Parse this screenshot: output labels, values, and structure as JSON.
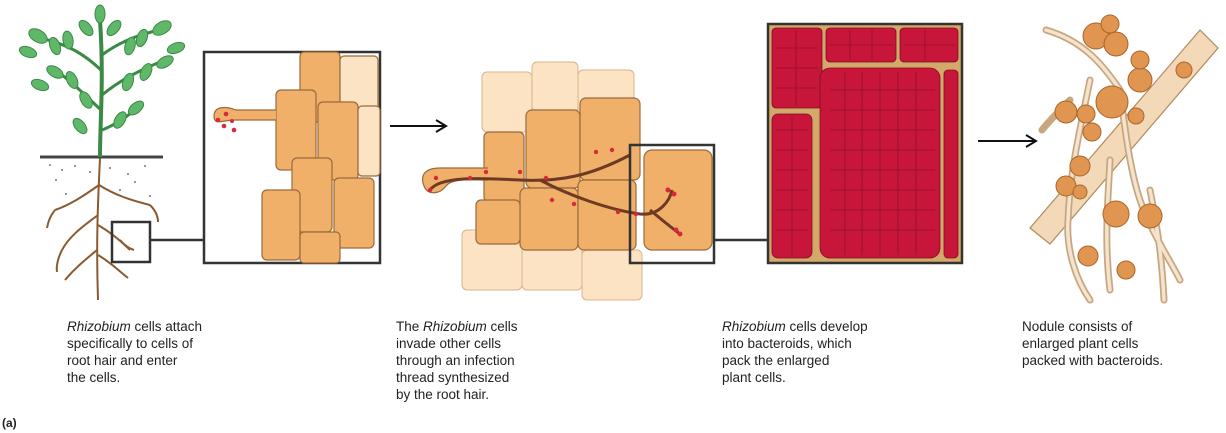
{
  "panel_label": "(a)",
  "steps": [
    {
      "italic": "Rhizobium",
      "before": "",
      "after": " cells attach\nspecifically to cells of\nroot hair and enter\nthe cells."
    },
    {
      "italic": "Rhizobium",
      "before": "The ",
      "after": " cells\ninvade other cells\nthrough an infection\nthread synthesized\nby the root hair."
    },
    {
      "italic": "Rhizobium",
      "before": "",
      "after": " cells develop\ninto bacteroids, which\npack the enlarged\nplant cells."
    },
    {
      "italic": "",
      "before": "Nodule consists of\nenlarged plant cells\npacked with bacteroids.",
      "after": ""
    }
  ],
  "colors": {
    "plant_cell": "#f0b06a",
    "cell_wall": "#9a6a3a",
    "bacteria": "#d8283c",
    "bacteroid_fill": "#c8163a",
    "leaf": "#5fb86a",
    "stem": "#3a8a45",
    "root": "#8a5a30",
    "nodule": "#e09550",
    "frame": "#333333"
  }
}
